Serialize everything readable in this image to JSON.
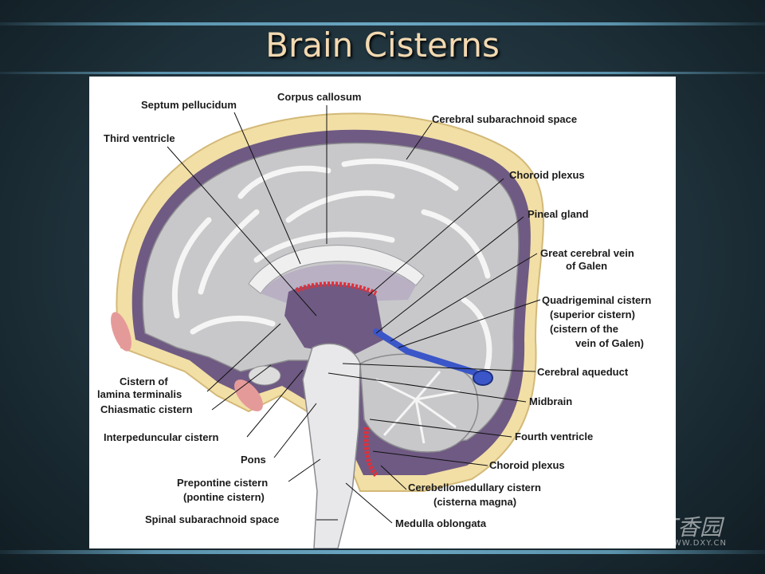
{
  "slide": {
    "title": "Brain Cisterns"
  },
  "diagram": {
    "labels": {
      "septum_pellucidum": "Septum pellucidum",
      "corpus_callosum": "Corpus callosum",
      "third_ventricle": "Third ventricle",
      "cerebral_subarachnoid_space": "Cerebral subarachnoid space",
      "choroid_plexus_upper": "Choroid plexus",
      "pineal_gland": "Pineal gland",
      "great_cerebral_vein_1": "Great cerebral vein",
      "great_cerebral_vein_2": "of Galen",
      "quadrigeminal_1": "Quadrigeminal cistern",
      "quadrigeminal_2": "(superior cistern)",
      "quadrigeminal_3": "(cistern of the",
      "quadrigeminal_4": "vein of Galen)",
      "cerebral_aqueduct": "Cerebral aqueduct",
      "midbrain": "Midbrain",
      "fourth_ventricle": "Fourth ventricle",
      "choroid_plexus_lower": "Choroid plexus",
      "cerebellomedullary_1": "Cerebellomedullary cistern",
      "cerebellomedullary_2": "(cisterna magna)",
      "medulla_oblongata": "Medulla oblongata",
      "spinal_subarachnoid_space": "Spinal subarachnoid space",
      "prepontine_1": "Prepontine cistern",
      "prepontine_2": "(pontine cistern)",
      "pons": "Pons",
      "interpeduncular_cistern": "Interpeduncular cistern",
      "chiasmatic_cistern": "Chiasmatic cistern",
      "lamina_terminalis_1": "Cistern of",
      "lamina_terminalis_2": "lamina terminalis"
    },
    "colors": {
      "dura_skull": "#f2dfa6",
      "subarachnoid": "#6f5a83",
      "cortex": "#c8c8ca",
      "white_matter": "#ececec",
      "choroid": "#e0303a",
      "vein": "#3a56c8"
    }
  },
  "watermark": {
    "text": "丁香园",
    "url": "WWW.DXY.CN"
  }
}
